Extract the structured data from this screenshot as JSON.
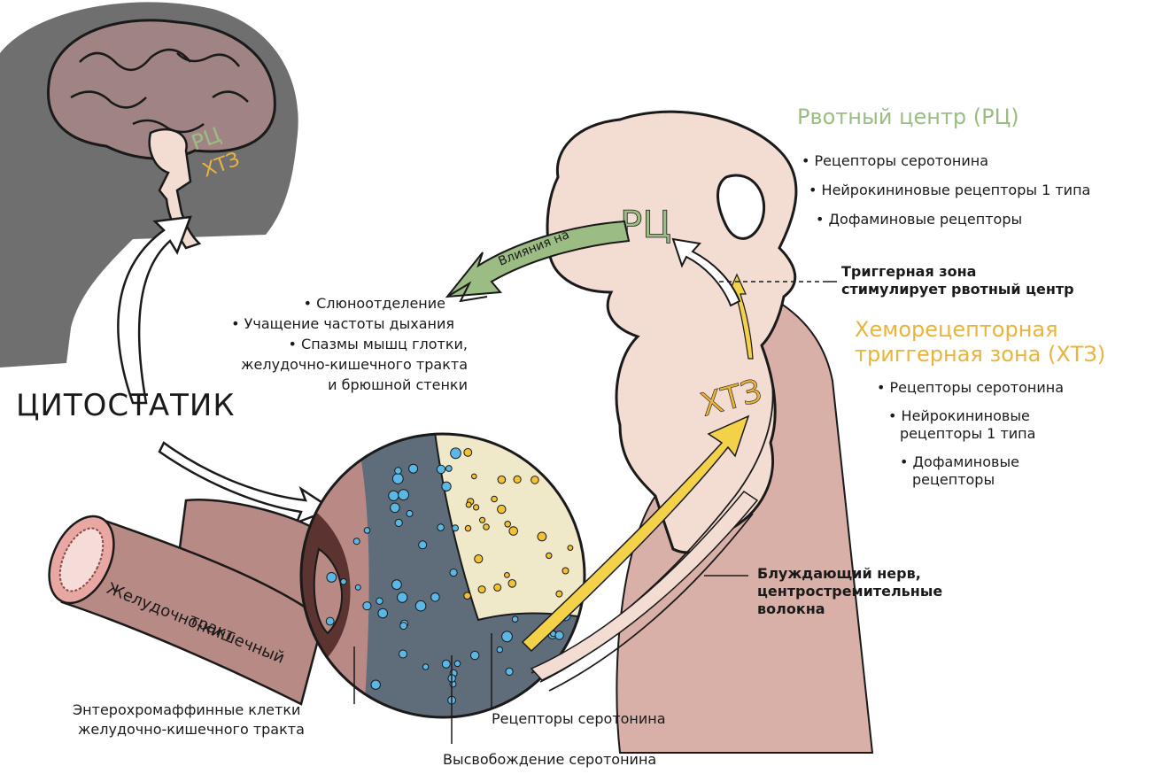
{
  "center": {
    "title": "Рвотный центр (РЦ)",
    "abbr": "РЦ",
    "receptors": [
      "Рецепторы серотонина",
      "Нейрокининовые рецепторы 1 типа",
      "Дофаминовые рецепторы"
    ]
  },
  "ctz": {
    "title_line1": "Хеморецепторная",
    "title_line2": "триггерная зона (ХТЗ)",
    "abbr": "ХТЗ",
    "receptor1": "Рецепторы серотонина",
    "receptor2_line1": "Нейрокининовые",
    "receptor2_line2": "рецепторы 1 типа",
    "receptor3_line1": "Дофаминовые",
    "receptor3_line2": "рецепторы"
  },
  "trigger": {
    "line1": "Триггерная зона",
    "line2": "стимулирует рвотный центр"
  },
  "effects": {
    "arrow_label": "Влияния на",
    "items": [
      "Слюноотделение",
      "Учащение частоты дыхания"
    ],
    "spasm_line1": "Спазмы мышц глотки,",
    "spasm_line2": "желудочно-кишечного тракта",
    "spasm_line3": "и брюшной стенки"
  },
  "drug": {
    "label": "ЦИТОСТАТИК"
  },
  "gut": {
    "label_line1": "Желудочно-кишечный",
    "label_line2": "тракт"
  },
  "enterochromaffin": {
    "line1": "Энтерохромаффинные клетки",
    "line2": "желудочно-кишечного тракта"
  },
  "serotonin_receptors": {
    "label": "Рецепторы серотонина"
  },
  "serotonin_release": {
    "label": "Высвобождение серотонина"
  },
  "vagus": {
    "line1": "Блуждающий нерв,",
    "line2": "центростремительные",
    "line3": "волокна"
  },
  "colors": {
    "green": "#9bbd84",
    "yellow": "#e9b43c",
    "skin": "#f3ddd2",
    "gut": "#b88a85",
    "head": "#6f6f6f",
    "circle_bg": "#5f6d7a"
  }
}
